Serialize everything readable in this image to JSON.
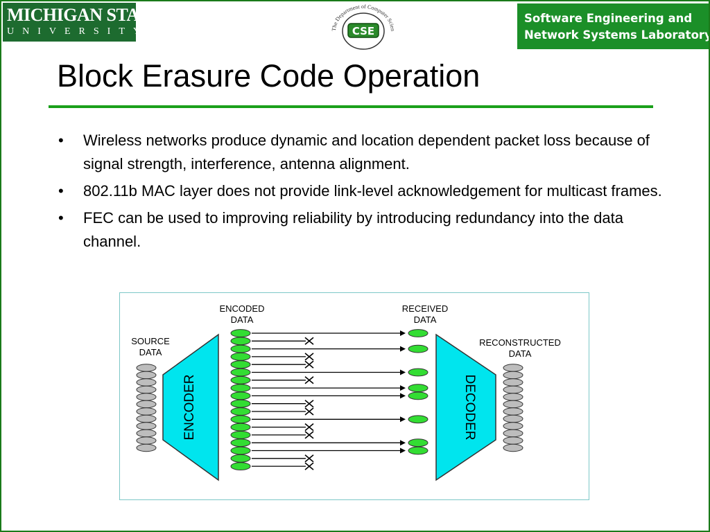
{
  "header": {
    "university_line1": "MICHIGAN STATE",
    "university_line2": "UNIVERSITY",
    "seal_text": "The Department of Computer Science and Engineering",
    "seal_acronym": "CSE",
    "lab_line1": "Software Engineering and",
    "lab_line2": "Network Systems Laboratory"
  },
  "title": "Block Erasure Code Operation",
  "bullets": [
    {
      "marker": "•",
      "text": "Wireless networks produce dynamic and location dependent packet loss because of signal strength, interference, antenna alignment."
    },
    {
      "marker": "•",
      "text": "802.11b MAC layer does not provide link-level acknowledgement for multicast frames."
    },
    {
      "marker": "•",
      "text": "FEC can be used to improving reliability by introducing redundancy into the data channel."
    }
  ],
  "figure": {
    "labels": {
      "source_data": [
        "SOURCE",
        "DATA"
      ],
      "encoded_data": [
        "ENCODED",
        "DATA"
      ],
      "received_data": [
        "RECEIVED",
        "DATA"
      ],
      "reconstructed_data": [
        "RECONSTRUCTED",
        "DATA"
      ],
      "encoder": "ENCODER",
      "decoder": "DECODER"
    },
    "source_packet_count": 12,
    "encoded_packet_count": 18,
    "reconstructed_packet_count": 12,
    "transmissions": [
      {
        "lost": false
      },
      {
        "lost": true
      },
      {
        "lost": false
      },
      {
        "lost": true
      },
      {
        "lost": true
      },
      {
        "lost": false
      },
      {
        "lost": true
      },
      {
        "lost": false
      },
      {
        "lost": false
      },
      {
        "lost": true
      },
      {
        "lost": true
      },
      {
        "lost": false
      },
      {
        "lost": true
      },
      {
        "lost": true
      },
      {
        "lost": false
      },
      {
        "lost": false
      },
      {
        "lost": true
      },
      {
        "lost": true
      }
    ],
    "colors": {
      "source_packet": "#bdbdbd",
      "encoded_packet": "#33dd33",
      "encoder_decoder_fill": "#00e5ee",
      "frame_border": "#7cc7c7"
    }
  }
}
